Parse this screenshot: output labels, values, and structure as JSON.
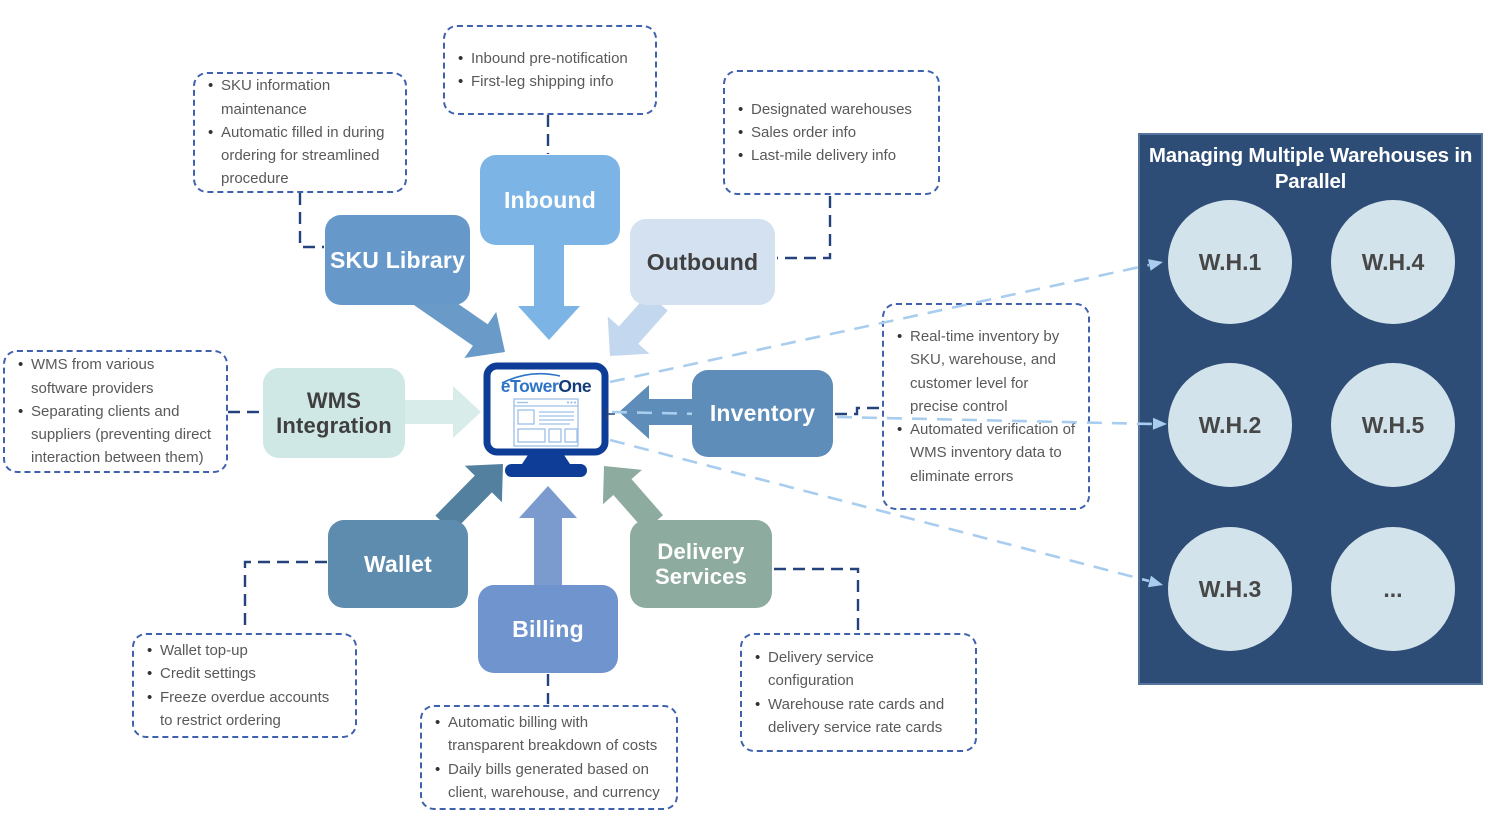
{
  "center": {
    "brand_first": "eTower",
    "brand_second": "One"
  },
  "palette": {
    "monitor_navy": "#0d3d96",
    "wireframe_blue": "#9dbfe8",
    "logo_blue": "#2d74c6",
    "logo_navy": "#123c77",
    "connector_navy": "#24427c",
    "warehouse_arrow_blue": "#a9cdee",
    "callout_border": "#4061ad",
    "callout_text": "#595959",
    "panel_bg": "#2d4c76",
    "circle_fill": "#d2e3eb",
    "circle_text": "#474747"
  },
  "modules": [
    {
      "id": "sku_library",
      "label": "SKU Library",
      "color": "#6699c9",
      "text_color": "#ffffff",
      "arrow_color": "#6a9bc8"
    },
    {
      "id": "inbound",
      "label": "Inbound",
      "color": "#7cb5e5",
      "text_color": "#ffffff",
      "arrow_color": "#7cb5e5"
    },
    {
      "id": "outbound",
      "label": "Outbound",
      "color": "#d3e1f1",
      "text_color": "#404040",
      "arrow_color": "#c3d8ee"
    },
    {
      "id": "wms_integration",
      "label": "WMS Integration",
      "color": "#cfe8e5",
      "text_color": "#3f3f3f",
      "arrow_color": "#d8ece9"
    },
    {
      "id": "inventory",
      "label": "Inventory",
      "color": "#5e8db9",
      "text_color": "#ffffff",
      "arrow_color": "#5e8db9"
    },
    {
      "id": "wallet",
      "label": "Wallet",
      "color": "#5e8cae",
      "text_color": "#ffffff",
      "arrow_color": "#54809f"
    },
    {
      "id": "billing",
      "label": "Billing",
      "color": "#7094ce",
      "text_color": "#ffffff",
      "arrow_color": "#7b9bce"
    },
    {
      "id": "delivery_services",
      "label": "Delivery Services",
      "color": "#8dab9f",
      "text_color": "#ffffff",
      "arrow_color": "#8dab9f"
    }
  ],
  "callouts": [
    {
      "id": "sku_library",
      "bullets": [
        "SKU information maintenance",
        "Automatic filled in during ordering for streamlined procedure"
      ]
    },
    {
      "id": "inbound",
      "bullets": [
        "Inbound pre-notification",
        "First-leg shipping info"
      ]
    },
    {
      "id": "outbound",
      "bullets": [
        "Designated warehouses",
        "Sales order info",
        "Last-mile delivery info"
      ]
    },
    {
      "id": "wms_integration",
      "bullets": [
        "WMS from various software providers",
        "Separating clients and suppliers (preventing direct interaction between them)"
      ]
    },
    {
      "id": "inventory",
      "bullets": [
        "Real-time inventory by SKU, warehouse, and customer level for precise control",
        "Automated verification of WMS inventory data to eliminate errors"
      ]
    },
    {
      "id": "wallet",
      "bullets": [
        "Wallet top-up",
        "Credit settings",
        "Freeze overdue accounts to restrict ordering"
      ]
    },
    {
      "id": "billing",
      "bullets": [
        "Automatic billing with transparent breakdown of costs",
        "Daily bills generated based on client, warehouse, and currency"
      ]
    },
    {
      "id": "delivery_services",
      "bullets": [
        "Delivery service configuration",
        "Warehouse rate cards and delivery service rate cards"
      ]
    }
  ],
  "panel": {
    "title": "Managing Multiple Warehouses in Parallel",
    "warehouses": [
      "W.H.1",
      "W.H.4",
      "W.H.2",
      "W.H.5",
      "W.H.3",
      "..."
    ]
  }
}
